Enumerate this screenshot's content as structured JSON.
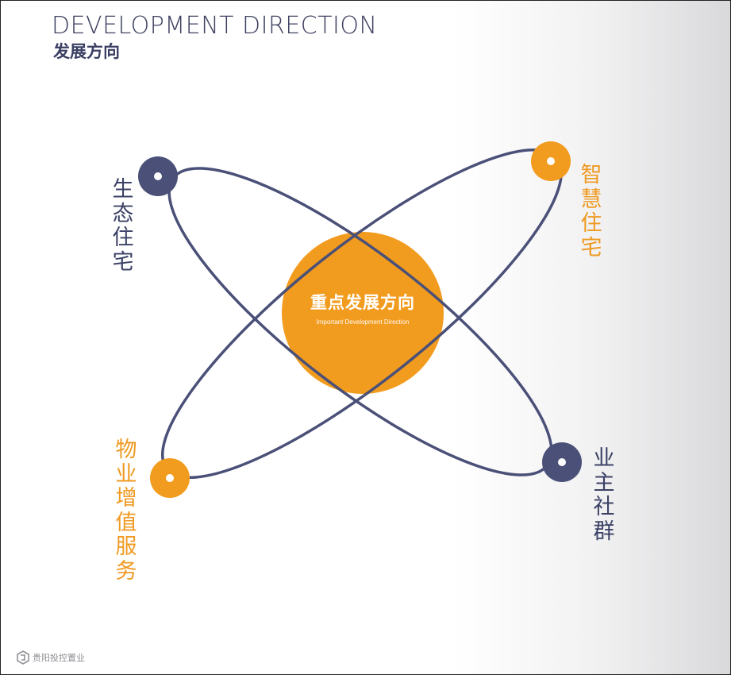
{
  "header": {
    "title_en": "DEVELOPMENT DIRECTION",
    "title_cn": "发展方向"
  },
  "center": {
    "title": "重点发展方向",
    "subtitle": "Important Development Direction"
  },
  "nodes": [
    {
      "id": "top-left",
      "label": "生态住宅",
      "color": "#4a5077"
    },
    {
      "id": "top-right",
      "label": "智慧住宅",
      "color": "#f29c1f"
    },
    {
      "id": "bottom-left",
      "label": "物业增值服务",
      "color": "#f29c1f"
    },
    {
      "id": "bottom-right",
      "label": "业主社群",
      "color": "#4a5077"
    }
  ],
  "colors": {
    "navy": "#4a5077",
    "orange": "#f29c1f",
    "orbit": "#4a5077"
  },
  "footer": {
    "logo_text": "贵阳投控置业"
  }
}
